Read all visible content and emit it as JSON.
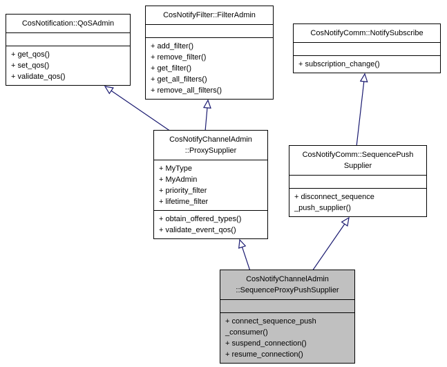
{
  "colors": {
    "background": "#ffffff",
    "box_fill": "#ffffff",
    "box_border": "#000000",
    "selected_box_fill": "#c0c0c0",
    "edge": "#191970",
    "text": "#000000"
  },
  "classes": {
    "qos_admin": {
      "title_lines": [
        "CosNotification::QoSAdmin"
      ],
      "attributes": [],
      "methods": [
        "+ get_qos()",
        "+ set_qos()",
        "+ validate_qos()"
      ]
    },
    "filter_admin": {
      "title_lines": [
        "CosNotifyFilter::FilterAdmin"
      ],
      "attributes": [],
      "methods": [
        "+ add_filter()",
        "+ remove_filter()",
        "+ get_filter()",
        "+ get_all_filters()",
        "+ remove_all_filters()"
      ]
    },
    "notify_subscribe": {
      "title_lines": [
        "CosNotifyComm::NotifySubscribe"
      ],
      "attributes": [],
      "methods": [
        "+ subscription_change()"
      ]
    },
    "proxy_supplier": {
      "title_lines": [
        "CosNotifyChannelAdmin",
        "::ProxySupplier"
      ],
      "attributes": [
        "+ MyType",
        "+ MyAdmin",
        "+ priority_filter",
        "+ lifetime_filter"
      ],
      "methods": [
        "+ obtain_offered_types()",
        "+ validate_event_qos()"
      ]
    },
    "sequence_push_supplier": {
      "title_lines": [
        "CosNotifyComm::SequencePush",
        "Supplier"
      ],
      "attributes": [],
      "methods": [
        "+ disconnect_sequence",
        "_push_supplier()"
      ]
    },
    "sequence_proxy_push_supplier": {
      "title_lines": [
        "CosNotifyChannelAdmin",
        "::SequenceProxyPushSupplier"
      ],
      "attributes": [],
      "methods": [
        "+ connect_sequence_push",
        "_consumer()",
        "+ suspend_connection()",
        "+ resume_connection()"
      ]
    }
  },
  "edges": [
    {
      "from": "CosNotifyChannelAdmin::ProxySupplier",
      "to": "CosNotification::QoSAdmin",
      "type": "inheritance"
    },
    {
      "from": "CosNotifyChannelAdmin::ProxySupplier",
      "to": "CosNotifyFilter::FilterAdmin",
      "type": "inheritance"
    },
    {
      "from": "CosNotifyComm::SequencePushSupplier",
      "to": "CosNotifyComm::NotifySubscribe",
      "type": "inheritance"
    },
    {
      "from": "CosNotifyChannelAdmin::SequenceProxyPushSupplier",
      "to": "CosNotifyChannelAdmin::ProxySupplier",
      "type": "inheritance"
    },
    {
      "from": "CosNotifyChannelAdmin::SequenceProxyPushSupplier",
      "to": "CosNotifyComm::SequencePushSupplier",
      "type": "inheritance"
    }
  ]
}
